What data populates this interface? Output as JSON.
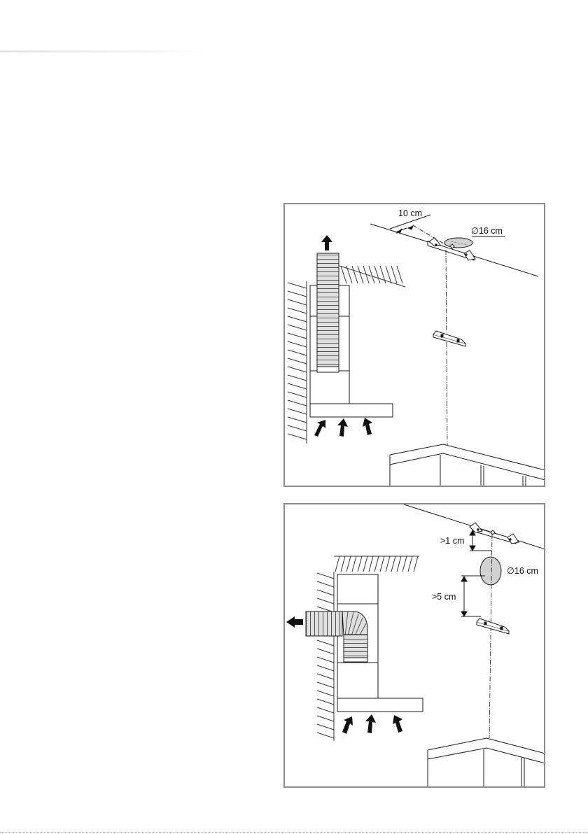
{
  "figure1": {
    "offset_label": "10 cm",
    "diameter_label": "∅16 cm"
  },
  "figure2": {
    "upper_gap_label": ">1 cm",
    "lower_gap_label": ">5 cm",
    "diameter_label": "∅16 cm"
  },
  "colors": {
    "frame": "#8c8c8c",
    "line": "#1a1a1a",
    "fill_gray": "#d2d2d2",
    "hatch": "#333333"
  }
}
